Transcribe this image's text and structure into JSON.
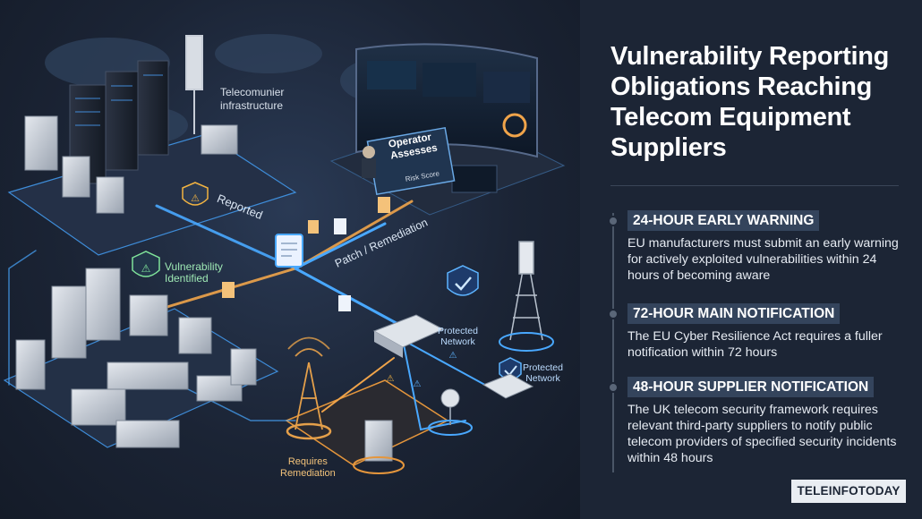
{
  "illustration": {
    "labels": {
      "infrastructure": "Telecomunier\ninfrastructure",
      "reported": "Reported",
      "vulnerability": "Vulnerability\nIdentified",
      "patch": "Patch / Remediation",
      "operator": "Operator\nAssesses",
      "risk_score": "Risk Score",
      "protected_network_1": "Protected\nNetwork",
      "protected_network_2": "Protected\nNetwork",
      "requires_remediation": "Requires\nRemediation"
    },
    "colors": {
      "flow_blue": "#49a8ff",
      "flow_orange": "#f0a44a",
      "shield_green": "#7fe39a",
      "warning_amber": "#f2b341"
    }
  },
  "panel": {
    "title": "Vulnerability Reporting Obligations Reaching Telecom Equipment Suppliers",
    "items": [
      {
        "badge": "24-HOUR EARLY WARNING",
        "text": "EU manufacturers must submit an early warning for actively exploited vulnerabilities within 24 hours of becoming aware"
      },
      {
        "badge": "72-HOUR MAIN NOTIFICATION",
        "text": "The EU Cyber Resilience Act requires a fuller notification within 72 hours"
      },
      {
        "badge": "48-HOUR SUPPLIER NOTIFICATION",
        "text": "The UK telecom security framework requires relevant third-party suppliers to notify public telecom providers of specified security incidents within 48 hours"
      }
    ],
    "brand": "TELEINFOTODAY"
  }
}
